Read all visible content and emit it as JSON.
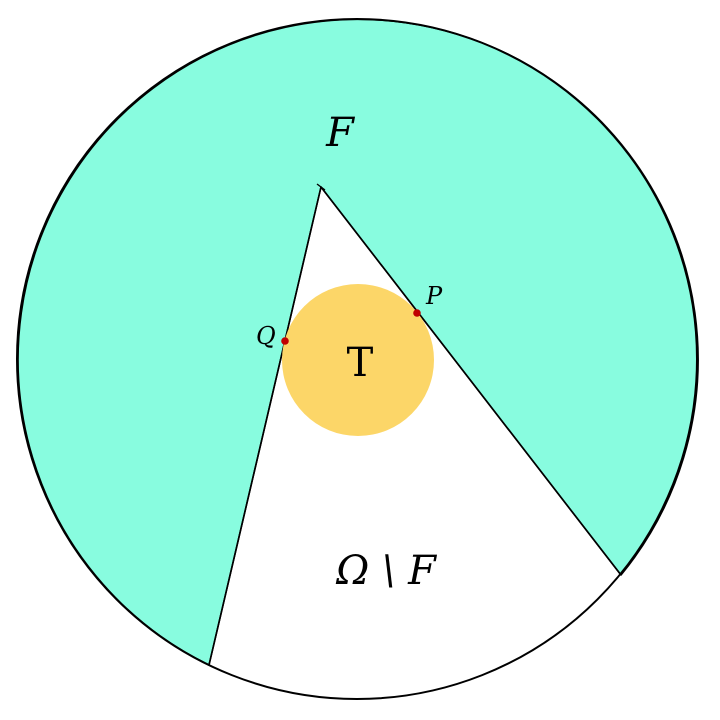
{
  "labels": {
    "region_F": "F",
    "complement": "Ω \\ F",
    "disk": "T",
    "point_P": "P",
    "point_Q": "Q"
  },
  "colors": {
    "region_F_fill": "#88FCDF",
    "disk_fill": "#FCD668",
    "point_fill": "#C00000",
    "stroke": "#000000",
    "background": "#FFFFFF"
  }
}
